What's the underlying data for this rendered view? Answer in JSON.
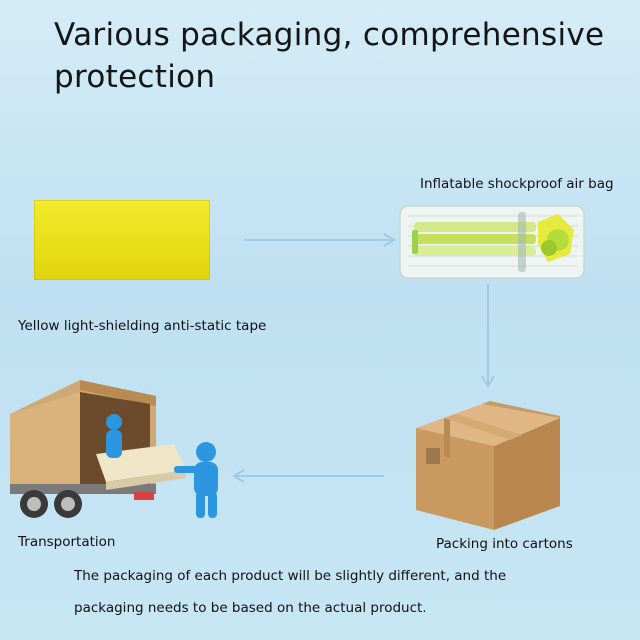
{
  "header": {
    "title_line1": "Various packaging, comprehensive",
    "title_line2": "protection"
  },
  "steps": {
    "tape_label": "Yellow light-shielding anti-static tape",
    "airbag_label": "Inflatable shockproof air bag",
    "carton_label": "Packing into cartons",
    "transport_label": "Transportation"
  },
  "footer": {
    "note_line1": "The packaging of each product will be slightly different, and the",
    "note_line2": "packaging needs to be based on the actual product."
  },
  "images": {
    "tape": "yellow-tape-image",
    "airbag": "air-bag-image",
    "carton": "carton-box-image",
    "truck": "truck-delivery-image"
  },
  "colors": {
    "arrow": "#9ecbe6",
    "tape": "#eee21f",
    "carton": "#c89a63"
  }
}
